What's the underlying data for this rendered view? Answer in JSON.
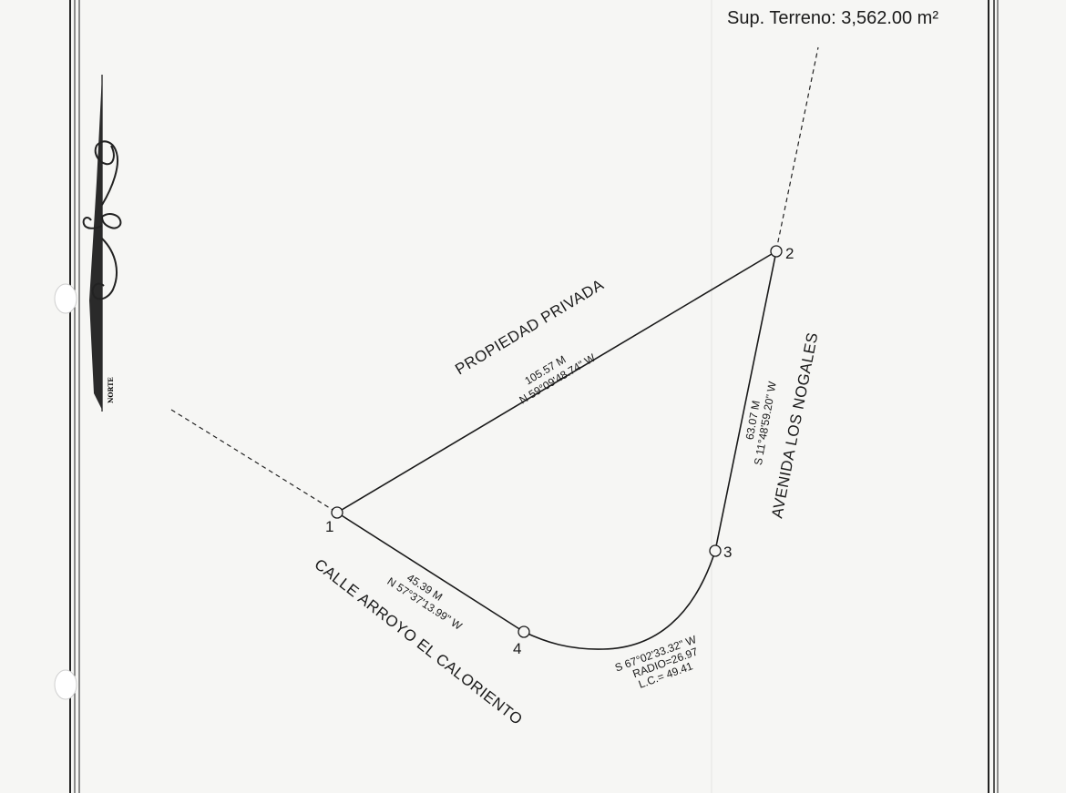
{
  "survey": {
    "area_label": "Sup. Terreno: 3,562.00 m²",
    "north_label": "NORTE",
    "streets": {
      "north_side": "PROPIEDAD PRIVADA",
      "east_side": "AVENIDA LOS NOGALES",
      "southwest_side": "CALLE ARROYO EL CALORIENTO"
    },
    "vertices": [
      {
        "id": "1",
        "label": "1"
      },
      {
        "id": "2",
        "label": "2"
      },
      {
        "id": "3",
        "label": "3"
      },
      {
        "id": "4",
        "label": "4"
      }
    ],
    "segments": {
      "s1_2": {
        "distance": "105.57  M",
        "bearing": "N 59°09'48.74\" W"
      },
      "s2_3": {
        "distance": "63.07  M",
        "bearing": "S 11°48'59.20\" W"
      },
      "s3_4": {
        "bearing": "S 67°02'33.32\" W",
        "radius": "RADIO=26.97",
        "chord": "L.C.= 49.41"
      },
      "s4_1": {
        "distance": "45.39  M",
        "bearing": "N 57°37'13.99\" W"
      }
    }
  },
  "colors": {
    "paper": "#f6f6f4",
    "ink": "#1a1a1a"
  }
}
